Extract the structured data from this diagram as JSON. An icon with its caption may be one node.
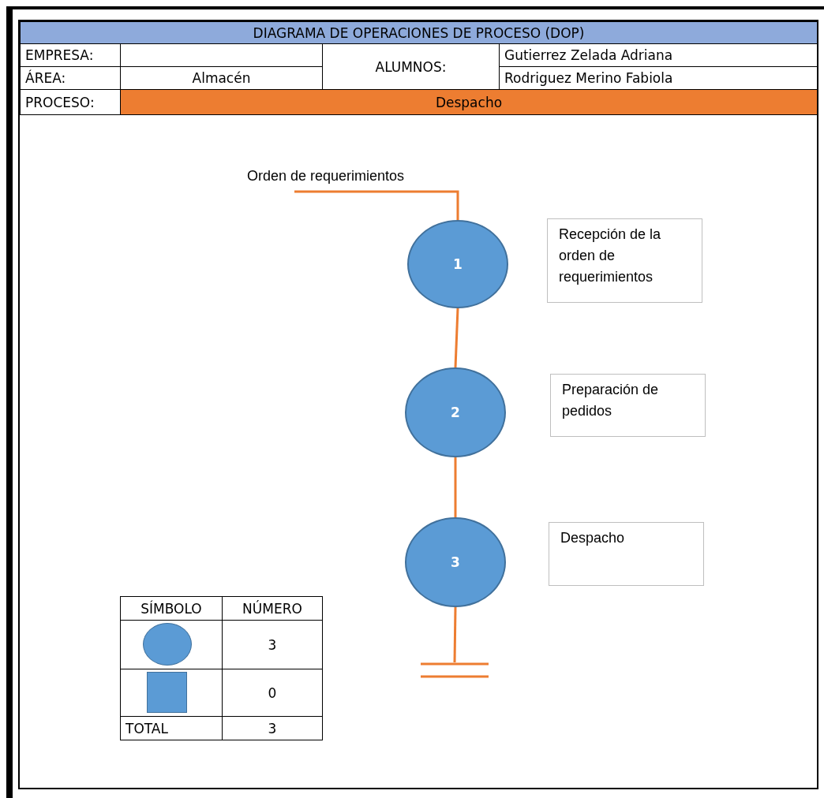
{
  "diagram": {
    "title": "DIAGRAMA DE OPERACIONES DE PROCESO (DOP)",
    "nodes": [
      {
        "text": [
          "Orden de requerimientos"
        ]
      },
      {
        "text": [
          "1"
        ]
      },
      {
        "text": [
          "Recepción de la orden de requerimientos"
        ]
      },
      {
        "text": [
          "2"
        ]
      },
      {
        "text": [
          "Preparación de pedidos"
        ]
      },
      {
        "text": [
          "3"
        ]
      },
      {
        "text": [
          "Despacho"
        ]
      },
      {
        "text": [],
        "shape": "bar"
      }
    ],
    "edges": [
      {
        "from": 0,
        "to": 1,
        "arrow": "none"
      },
      {
        "from": 1,
        "to": 3,
        "arrow": "none"
      },
      {
        "from": 3,
        "to": 5,
        "arrow": "none"
      },
      {
        "from": 5,
        "to": 7,
        "arrow": "none"
      }
    ],
    "labels": [
      "EMPRESA:",
      "ALUMNOS:",
      "Gutierrez Zelada Adriana",
      "ÁREA:",
      "Almacén",
      "Rodriguez Merino Fabiola",
      "PROCESO:",
      "Despacho",
      "SÍMBOLO",
      "NÚMERO",
      "3",
      "0",
      "TOTAL",
      "3"
    ]
  }
}
